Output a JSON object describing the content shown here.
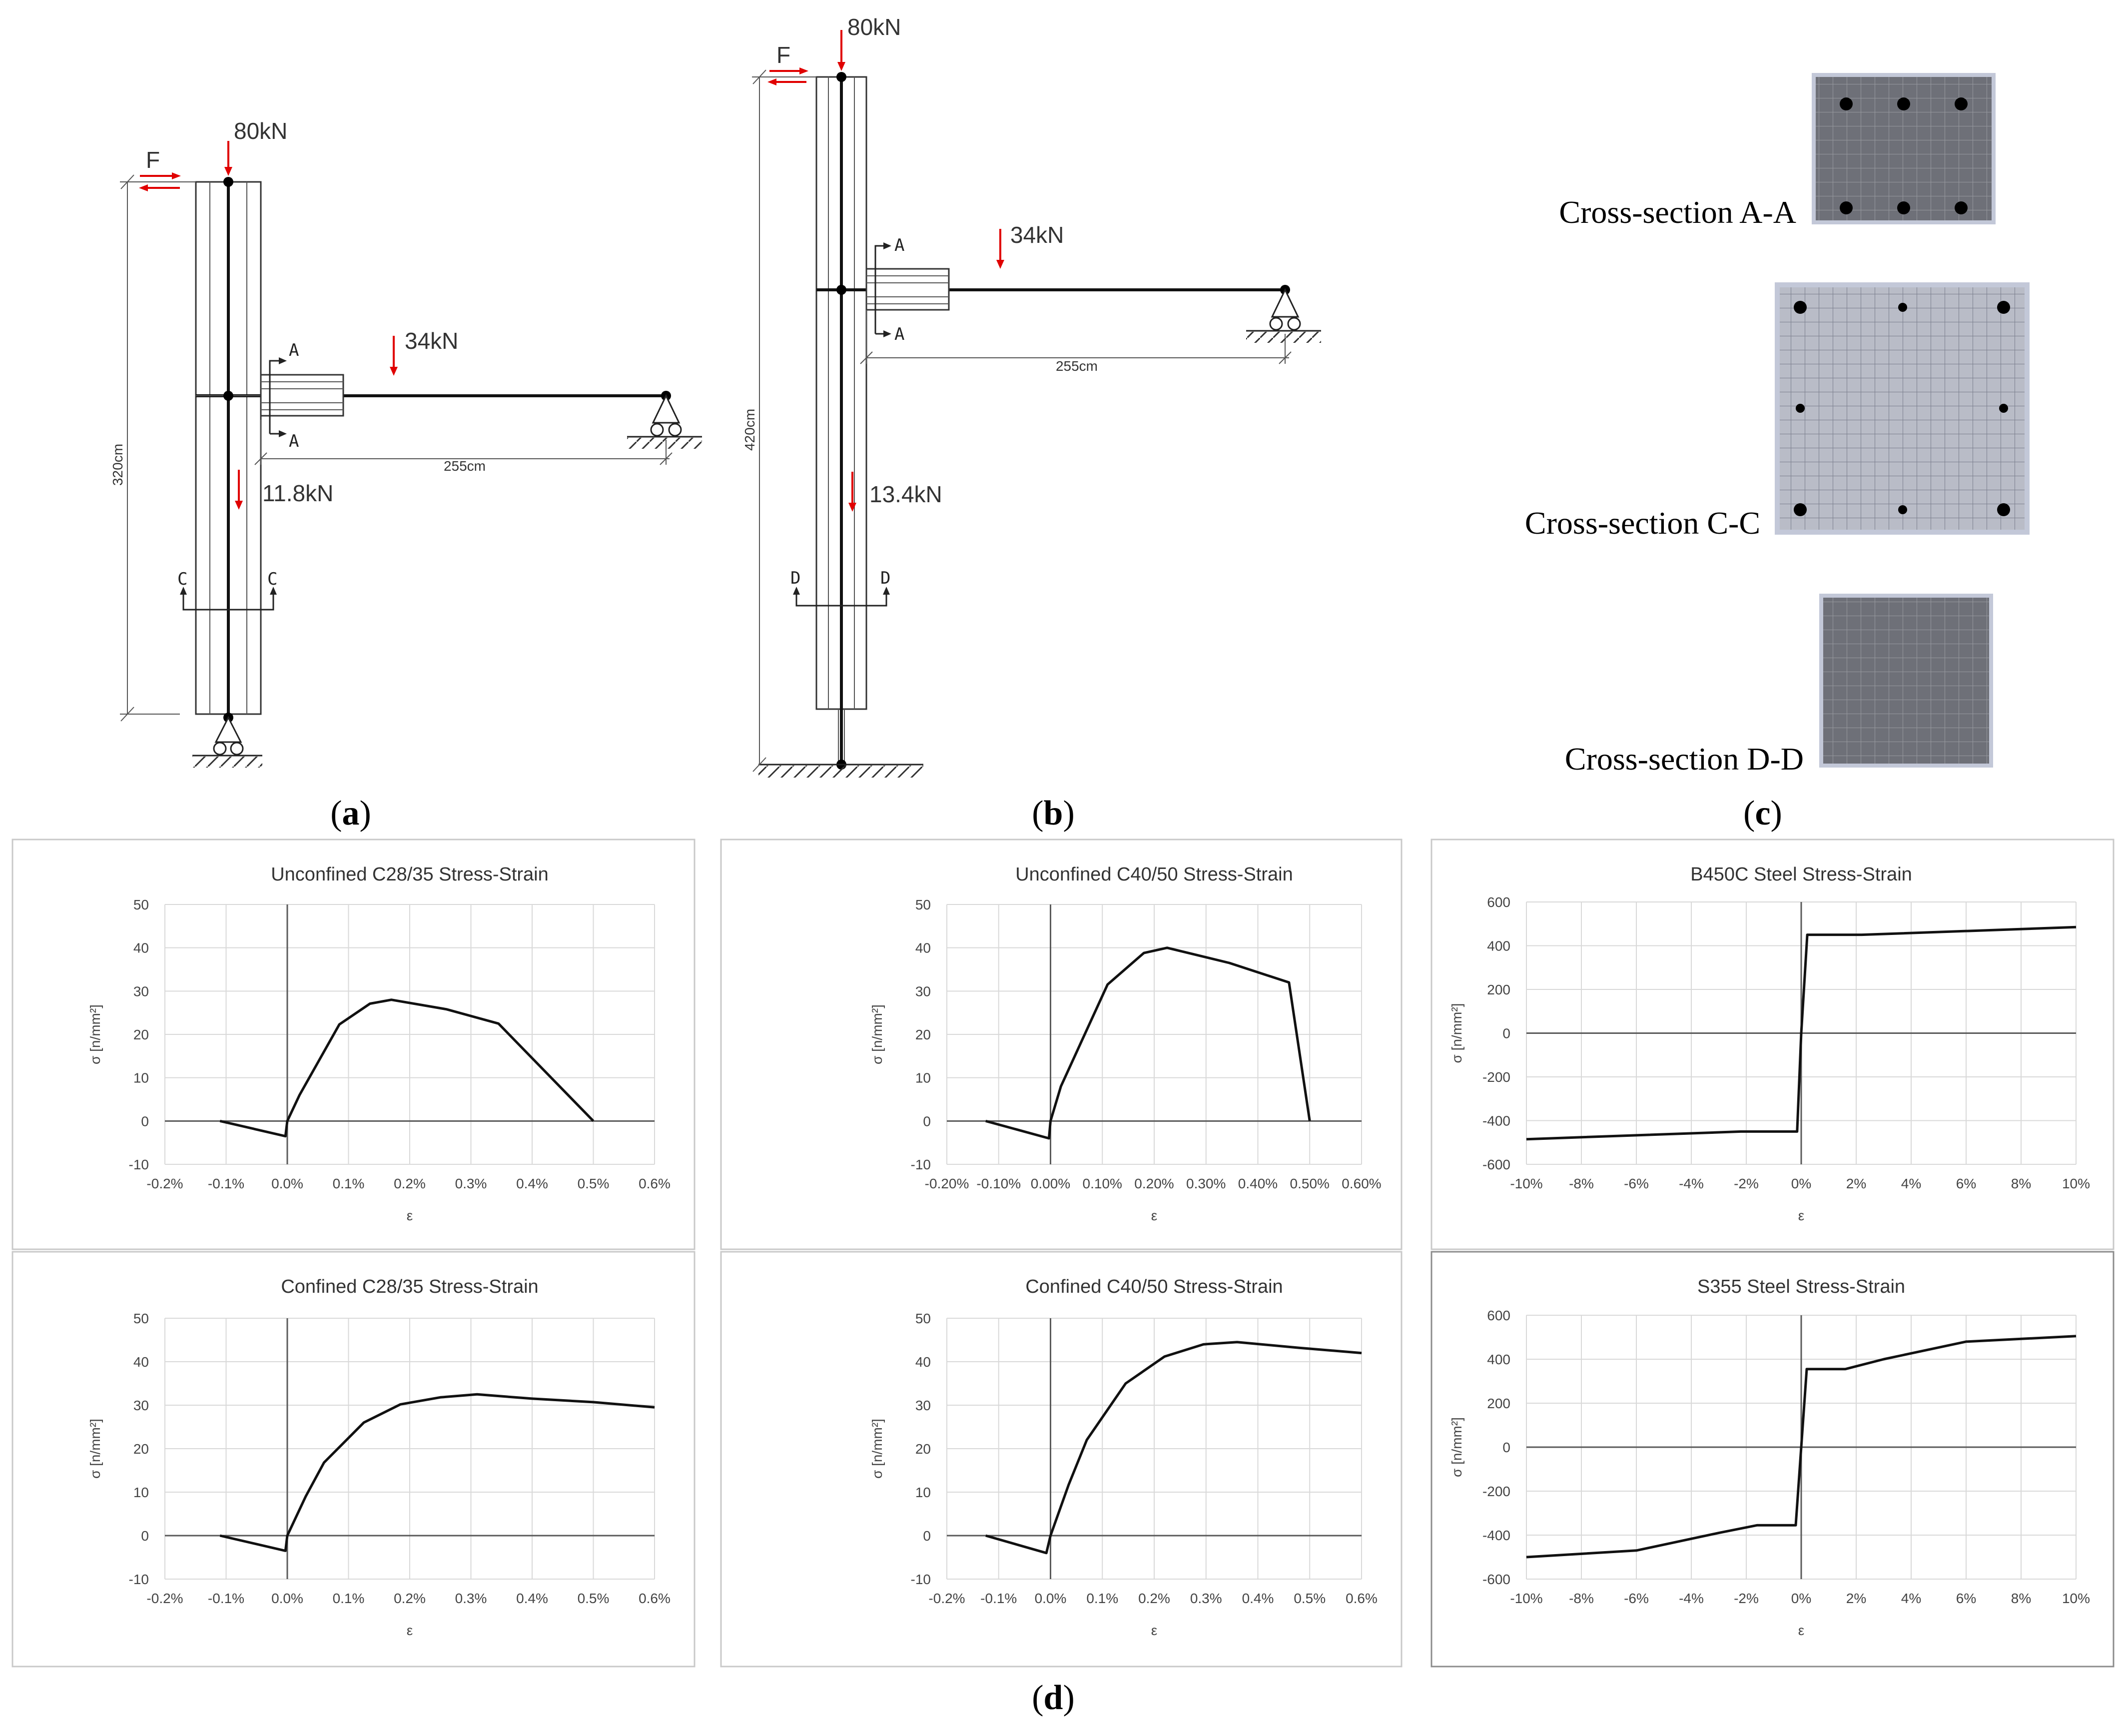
{
  "figure": {
    "panel_labels": {
      "a": {
        "open": "(",
        "letter": "a",
        "close": ")"
      },
      "b": {
        "open": "(",
        "letter": "b",
        "close": ")"
      },
      "c": {
        "open": "(",
        "letter": "c",
        "close": ")"
      },
      "d": {
        "open": "(",
        "letter": "d",
        "close": ")"
      }
    }
  },
  "frame_a": {
    "lateral_force": "F",
    "top_load": "80kN",
    "beam_load": "34kN",
    "column_load": "11.8kN",
    "height_dim": "320cm",
    "span_dim": "255cm",
    "section_A": "A",
    "section_C": "C"
  },
  "frame_b": {
    "lateral_force": "F",
    "top_load": "80kN",
    "beam_load": "34kN",
    "column_load": "13.4kN",
    "height_dim": "420cm",
    "span_dim": "255cm",
    "section_A": "A",
    "section_D": "D"
  },
  "cross_sections": {
    "aa": "Cross-section A-A",
    "cc": "Cross-section C-C",
    "dd": "Cross-section D-D",
    "colors": {
      "dark_fill": "#6e7078",
      "light_fill": "#b9bcc7",
      "border": "#c3c8d8",
      "bar": "#000000"
    }
  },
  "chart_data": [
    {
      "id": "unconfined-c28",
      "type": "line",
      "title": "Unconfined C28/35 Stress-Strain",
      "xlabel": "ε",
      "ylabel": "σ [n/mm²]",
      "xlim": [
        -0.2,
        0.6
      ],
      "ylim": [
        -10,
        50
      ],
      "x_ticks": [
        "-0.2%",
        "-0.1%",
        "0.0%",
        "0.1%",
        "0.2%",
        "0.3%",
        "0.4%",
        "0.5%",
        "0.6%"
      ],
      "y_ticks": [
        "50",
        "40",
        "30",
        "20",
        "10",
        "0",
        "-10"
      ],
      "grid": true,
      "x": [
        -0.11,
        -0.003,
        0.0,
        0.02,
        0.085,
        0.135,
        0.17,
        0.26,
        0.345,
        0.5
      ],
      "y": [
        0,
        -3.5,
        0,
        6,
        22.3,
        27.1,
        28,
        25.8,
        22.5,
        0
      ]
    },
    {
      "id": "unconfined-c40",
      "type": "line",
      "title": "Unconfined C40/50 Stress-Strain",
      "xlabel": "ε",
      "ylabel": "σ [n/mm²]",
      "xlim": [
        -0.2,
        0.6
      ],
      "ylim": [
        -10,
        50
      ],
      "x_ticks": [
        "-0.20%",
        "-0.10%",
        "0.00%",
        "0.10%",
        "0.20%",
        "0.30%",
        "0.40%",
        "0.50%",
        "0.60%"
      ],
      "y_ticks": [
        "50",
        "40",
        "30",
        "20",
        "10",
        "0",
        "-10"
      ],
      "grid": true,
      "x": [
        -0.125,
        -0.003,
        0.0,
        0.02,
        0.11,
        0.18,
        0.225,
        0.345,
        0.46,
        0.5
      ],
      "y": [
        0,
        -4,
        0,
        8,
        31.5,
        38.8,
        40,
        36.5,
        32,
        0
      ]
    },
    {
      "id": "b450c",
      "type": "line",
      "title": "B450C Steel Stress-Strain",
      "xlabel": "ε",
      "ylabel": "σ [n/mm²]",
      "xlim": [
        -10,
        10
      ],
      "ylim": [
        -600,
        600
      ],
      "x_ticks": [
        "-10%",
        "-8%",
        "-6%",
        "-4%",
        "-2%",
        "0%",
        "2%",
        "4%",
        "6%",
        "8%",
        "10%"
      ],
      "y_ticks": [
        "600",
        "400",
        "200",
        "0",
        "-200",
        "-400",
        "-600"
      ],
      "grid": true,
      "x": [
        -10,
        -2.2,
        -0.15,
        0,
        0.22,
        2.2,
        10
      ],
      "y": [
        -485,
        -450,
        -450,
        0,
        450,
        450,
        485
      ]
    },
    {
      "id": "confined-c28",
      "type": "line",
      "title": "Confined C28/35 Stress-Strain",
      "xlabel": "ε",
      "ylabel": "σ [n/mm²]",
      "xlim": [
        -0.2,
        0.6
      ],
      "ylim": [
        -10,
        50
      ],
      "x_ticks": [
        "-0.2%",
        "-0.1%",
        "0.0%",
        "0.1%",
        "0.2%",
        "0.3%",
        "0.4%",
        "0.5%",
        "0.6%"
      ],
      "y_ticks": [
        "50",
        "40",
        "30",
        "20",
        "10",
        "0",
        "-10"
      ],
      "grid": true,
      "x": [
        -0.11,
        -0.003,
        0.0,
        0.03,
        0.06,
        0.125,
        0.185,
        0.25,
        0.31,
        0.4,
        0.5,
        0.6
      ],
      "y": [
        0,
        -3.5,
        0,
        9,
        16.8,
        26,
        30.2,
        31.8,
        32.5,
        31.5,
        30.7,
        29.5
      ]
    },
    {
      "id": "confined-c40",
      "type": "line",
      "title": "Confined C40/50 Stress-Strain",
      "xlabel": "ε",
      "ylabel": "σ [n/mm²]",
      "xlim": [
        -0.2,
        0.6
      ],
      "ylim": [
        -10,
        50
      ],
      "x_ticks": [
        "-0.2%",
        "-0.1%",
        "0.0%",
        "0.1%",
        "0.2%",
        "0.3%",
        "0.4%",
        "0.5%",
        "0.6%"
      ],
      "y_ticks": [
        "50",
        "40",
        "30",
        "20",
        "10",
        "0",
        "-10"
      ],
      "grid": true,
      "x": [
        -0.125,
        -0.008,
        0.0,
        0.035,
        0.07,
        0.145,
        0.22,
        0.295,
        0.36,
        0.48,
        0.6
      ],
      "y": [
        0,
        -4,
        0,
        11.7,
        22,
        35,
        41.2,
        44,
        44.5,
        43.2,
        42
      ]
    },
    {
      "id": "s355",
      "type": "line",
      "title": "S355 Steel Stress-Strain",
      "xlabel": "ε",
      "ylabel": "σ [n/mm²]",
      "xlim": [
        -10,
        10
      ],
      "ylim": [
        -600,
        600
      ],
      "x_ticks": [
        "-10%",
        "-8%",
        "-6%",
        "-4%",
        "-2%",
        "0%",
        "2%",
        "4%",
        "6%",
        "8%",
        "10%"
      ],
      "y_ticks": [
        "600",
        "400",
        "200",
        "0",
        "-200",
        "-400",
        "-600"
      ],
      "grid": true,
      "x": [
        -10,
        -6,
        -3,
        -1.6,
        -0.2,
        0,
        0.2,
        1.6,
        3,
        6,
        10
      ],
      "y": [
        -500,
        -470,
        -390,
        -355,
        -355,
        0,
        355,
        355,
        400,
        480,
        505
      ]
    }
  ]
}
